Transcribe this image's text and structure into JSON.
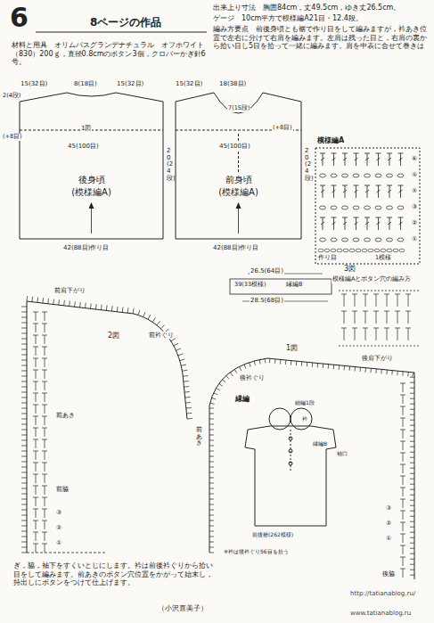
{
  "diagram": {
    "title": "8ページの作品",
    "nodes": [
      {
        "text": [
          "後身頃",
          "(模様編A)"
        ]
      },
      {
        "text": [
          "前身頃",
          "(模様編A)"
        ]
      },
      {
        "text": [
          "模様編A"
        ]
      },
      {
        "text": [
          "縁編"
        ]
      }
    ],
    "labels": [
      "6",
      "材料と用具　オリムパスグランデナチュラル　オフホワイト（830）200ｇ，直径0.8cmのボタン3個，クロバーかぎ針6号。",
      "出来上り寸法　胸囲84cm，丈49.5cm，ゆき丈26.5cm。",
      "ゲージ　10cm平方で模様編A21目・12.4段。",
      "編み方要点　前後身頃とも裾で作り目をして編みますが，衿あき位置で左右に分けて右肩を編みます。左肩は残った目と，右肩の裏から拾い目し5目を拾って一緒に編みます。肩を中表に合せて巻きは",
      "ぎ，脇，袖下をすくいとじにします。衿は前後衿ぐりから拾い目をして編みます。前あきのボタン穴位置をかがって始末し，持出しにボタンをつけて仕上げます。",
      "（小沢喜美子）",
      "15(32目)",
      "8(18目)",
      "15(32目)",
      "2(4段)",
      "1図",
      "45(100目)",
      "20(24段)",
      "(+8目)",
      "42(88目)作り目",
      "15(32目)",
      "18(38目)",
      "7(15段)",
      "45(100目)",
      "20(24段)",
      "42(88目)作り目",
      "(+8目)",
      "作り目",
      "1模様",
      "⑥",
      "⑤",
      "④",
      "③",
      "②",
      "①",
      "前肩下がり",
      "2図",
      "前衿ぐり",
      "26.5(64目)",
      "39(33模様)",
      "縁編B",
      "28.5(68目)",
      "3図",
      "模様編Aとボタン穴の編み方",
      "前あき",
      "前脇",
      "前あき",
      "1図",
      "後肩下がり",
      "後衿ぐり",
      "細編1段",
      "衿",
      "縁編B",
      "袖口",
      "前後裾(262模様)",
      "※衿は後衿ぐり56目を拾う",
      "後脇",
      "http://tatianablog.ru/",
      "www.tatianablog.ru",
      "①",
      "②",
      "③",
      "①",
      "②",
      "③"
    ]
  }
}
